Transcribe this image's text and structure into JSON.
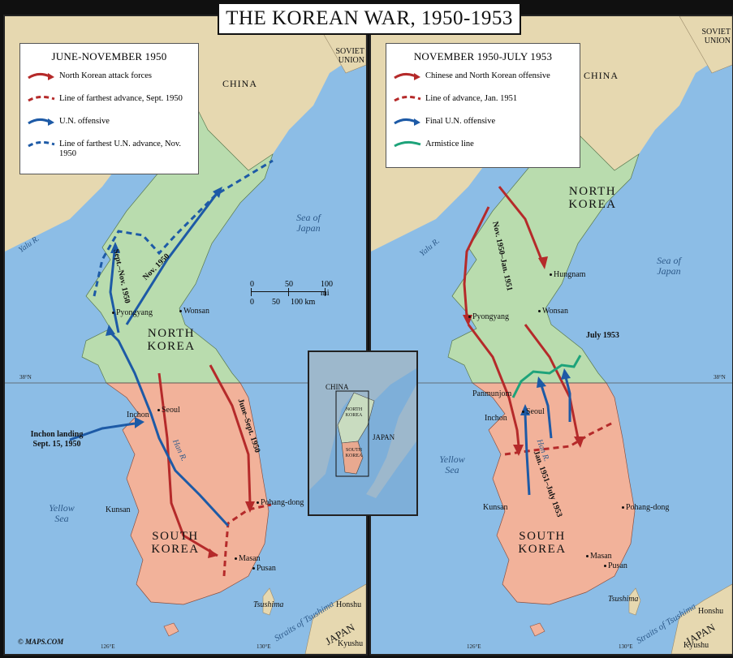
{
  "title": "THE KOREAN WAR, 1950-1953",
  "colors": {
    "sea": "#8cbde6",
    "china": "#e6d8b0",
    "north": "#b9dcae",
    "south": "#f2b29a",
    "red": "#b52a2a",
    "blue": "#1d5aa6",
    "green": "#1ea37a"
  },
  "left": {
    "legend": {
      "title": "JUNE-NOVEMBER 1950",
      "items": [
        {
          "label": "North Korean attack forces",
          "style": "red-solid"
        },
        {
          "label": "Line of farthest advance, Sept. 1950",
          "style": "red-dash"
        },
        {
          "label": "U.N. offensive",
          "style": "blue-solid"
        },
        {
          "label": "Line of farthest U.N. advance, Nov. 1950",
          "style": "blue-dash"
        }
      ]
    },
    "labels": {
      "china": "CHINA",
      "soviet": "SOVIET UNION",
      "sea_japan": "Sea of Japan",
      "yellow_sea": "Yellow Sea",
      "north_korea": "NORTH KOREA",
      "south_korea": "SOUTH KOREA",
      "pyongyang": "Pyongyang",
      "wonsan": "Wonsan",
      "seoul": "Seoul",
      "inchon": "Inchon",
      "kunsan": "Kunsan",
      "pohang": "Pohang-dong",
      "masan": "Masan",
      "pusan": "Pusan",
      "tsushima": "Tsushima",
      "straits": "Straits of Tsushima",
      "honshu": "Honshu",
      "kyushu": "Kyushu",
      "japan": "JAPAN",
      "yalu": "Yalu R.",
      "han": "Han R.",
      "inchon_landing": "Inchon landing Sept. 15, 1950",
      "sept_nov": "Sept.–Nov. 1950",
      "nov_1950": "Nov. 1950",
      "june_sept": "June–Sept. 1950",
      "lat38": "38°N",
      "lon126": "126°E",
      "lon130": "130°E"
    },
    "scale": {
      "mi": [
        "0",
        "50",
        "100 mi"
      ],
      "km": [
        "0",
        "50",
        "100 km"
      ]
    }
  },
  "right": {
    "legend": {
      "title": "NOVEMBER 1950-JULY 1953",
      "items": [
        {
          "label": "Chinese and North Korean offensive",
          "style": "red-solid"
        },
        {
          "label": "Line of advance, Jan. 1951",
          "style": "red-dash"
        },
        {
          "label": "Final U.N. offensive",
          "style": "blue-solid"
        },
        {
          "label": "Armistice line",
          "style": "green-solid"
        }
      ]
    },
    "labels": {
      "china": "CHINA",
      "soviet": "SOVIET UNION",
      "sea_japan": "Sea of Japan",
      "yellow_sea": "Yellow Sea",
      "north_korea": "NORTH KOREA",
      "south_korea": "SOUTH KOREA",
      "hungnam": "Hungnam",
      "pyongyang": "Pyongyang",
      "wonsan": "Wonsan",
      "panmunjom": "Panmunjom",
      "seoul": "Seoul",
      "inchon": "Inchon",
      "kunsan": "Kunsan",
      "pohang": "Pohang-dong",
      "masan": "Masan",
      "pusan": "Pusan",
      "tsushima": "Tsushima",
      "straits": "Straits of Tsushima",
      "honshu": "Honshu",
      "kyushu": "Kyushu",
      "japan": "JAPAN",
      "yalu": "Yalu R.",
      "han": "Han R.",
      "july_1953": "July 1953",
      "nov_jan": "Nov. 1950–Jan. 1951",
      "jan_july": "Jan. 1951–July 1953",
      "lat38": "38°N",
      "lon126": "126°E",
      "lon130": "130°E"
    }
  },
  "inset": {
    "china": "CHINA",
    "north": "NORTH KOREA",
    "south": "SOUTH KOREA",
    "japan": "JAPAN"
  },
  "logo": "© MAPS.COM"
}
